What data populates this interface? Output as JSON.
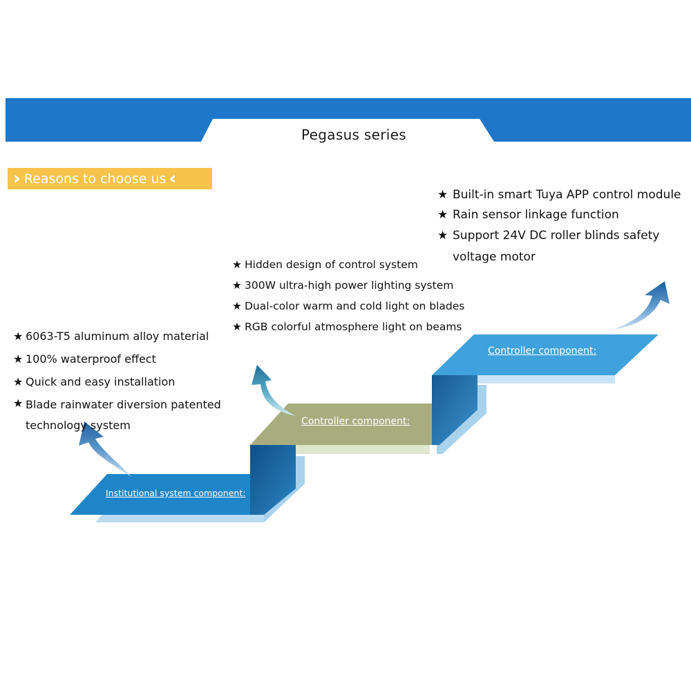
{
  "header": {
    "title": "Pegasus series"
  },
  "reasons_banner": {
    "label": "Reasons to choose us"
  },
  "colors": {
    "header_blue": "#1f77c9",
    "banner_yellow": "#f7c34a",
    "step_blue": "#1a80c4",
    "step_olive": "#a8ad80",
    "step_light_blue": "#3fa2dc",
    "arrow_blue": "#2a73b4"
  },
  "steps": [
    {
      "label": "Institutional system component:",
      "bullet_symbol": "★",
      "features": [
        "6063-T5 aluminum alloy material",
        "100% waterproof effect",
        "Quick and easy installation",
        "Blade rainwater diversion patented technology system"
      ]
    },
    {
      "label": "Controller component:",
      "bullet_symbol": "★",
      "features": [
        "Hidden design of control system",
        "300W ultra-high power lighting system",
        "Dual-color warm and cold light on blades",
        "RGB colorful atmosphere light on beams"
      ]
    },
    {
      "label": "Controller component:",
      "bullet_symbol": "★",
      "features": [
        "Built-in smart Tuya APP control module",
        "Rain sensor linkage function",
        "Support 24V DC roller blinds safety voltage motor"
      ]
    }
  ]
}
